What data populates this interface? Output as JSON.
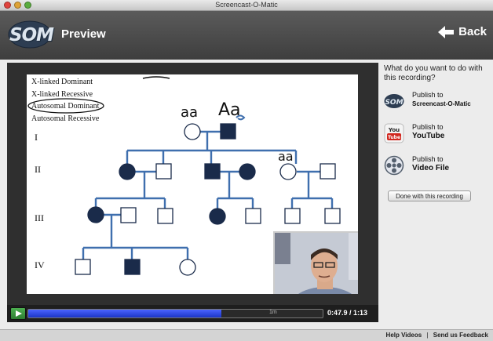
{
  "window": {
    "title": "Screencast-O-Matic"
  },
  "header": {
    "logo": "SOM",
    "title": "Preview",
    "back_label": "Back"
  },
  "whiteboard": {
    "inheritance_types": [
      "X-linked Dominant",
      "X-linked Recessive",
      "Autosomal Dominant",
      "Autosomal Recessive"
    ],
    "generations": [
      "I",
      "II",
      "III",
      "IV"
    ],
    "annotations": {
      "aa1": "aa",
      "Aa": "Aa",
      "aa2": "aa"
    }
  },
  "player": {
    "time": "0:47.9 / 1:13",
    "marker": "1m",
    "progress": 0.655
  },
  "side": {
    "prompt": "What do you want to do with this recording?",
    "publish": [
      {
        "line1": "Publish to",
        "line2": "Screencast-O-Matic",
        "icon": "som-icon"
      },
      {
        "line1": "Publish to",
        "line2": "YouTube",
        "icon": "youtube-icon"
      },
      {
        "line1": "Publish to",
        "line2": "Video File",
        "icon": "film-reel-icon"
      }
    ],
    "done_label": "Done with this recording"
  },
  "footer": {
    "help": "Help Videos",
    "separator": "|",
    "feedback": "Send us Feedback"
  },
  "colors": {
    "affected": "#1a2b4a",
    "pedigree_line": "#3f6fae",
    "progress": "#2a44e0"
  }
}
